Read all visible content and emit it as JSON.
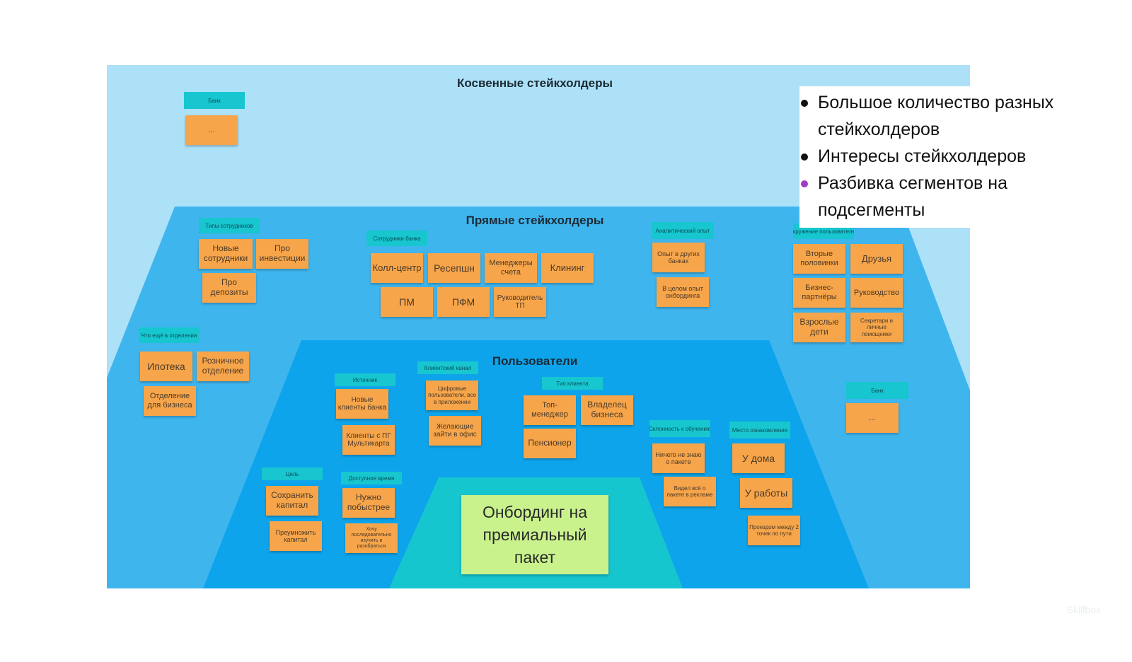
{
  "zones": {
    "indirect_title": "Косвенные стейкхолдеры",
    "direct_title": "Прямые стейкхолдеры",
    "users_title": "Пользователи"
  },
  "core_note": "Онбординг на премиальный пакет",
  "bullets": [
    {
      "text": "Большое количество разных стейкхолдеров",
      "color": "#111111"
    },
    {
      "text": "Интересы стейкхолдеров",
      "color": "#111111"
    },
    {
      "text": "Разбивка сегментов на подсегменты",
      "color": "#a03cc8"
    }
  ],
  "colors": {
    "indirect_bg": "#ade1f8",
    "direct_bg": "#3fb5ee",
    "users_bg": "#0ea4ec",
    "core_bg": "#16c6cf",
    "sticky": "#f7a54a",
    "label_tag": "#17c6cf",
    "core_note_bg": "#c9f28c"
  },
  "label_tags": [
    "Банк",
    "Типы сотрудников",
    "Сотрудники банка",
    "Аналитический опыт",
    "Окружение пользователей",
    "Что ещё в отделении",
    "Банк",
    "Источник",
    "Клиентский канал",
    "Тип клиента",
    "Склонность к обучению",
    "Место ознакомления",
    "Цель",
    "Доступное время"
  ],
  "stickies": [
    "...",
    "Новые сотрудники",
    "Про инвестиции",
    "Про депозиты",
    "Колл-центр",
    "Ресепшн",
    "Менеджеры счета",
    "Клининг",
    "ПМ",
    "ПФМ",
    "Руководитель ТП",
    "Опыт в других банках",
    "В целом опыт онбординга",
    "Вторые половинки",
    "Друзья",
    "Бизнес-партнёры",
    "Руководство",
    "Взрослые дети",
    "Секретари и личные помощники",
    "Ипотека",
    "Розничное отделение",
    "Отделение для бизнеса",
    "...",
    "Новые клиенты банка",
    "Клиенты с ПГ Мультикарта",
    "Цифровые пользователи, все в приложении",
    "Желающие зайти в офис",
    "Топ-менеджер",
    "Владелец бизнеса",
    "Пенсионер",
    "Ничего не знаю о пакете",
    "Видел всё о пакете в рекламе",
    "У дома",
    "У работы",
    "Проездом между 2 точек по пути",
    "Сохранить капитал",
    "Преумножить капитал",
    "Нужно побыстрее",
    "Хочу последовательно изучить и разобраться"
  ],
  "watermark": "Skillbox"
}
